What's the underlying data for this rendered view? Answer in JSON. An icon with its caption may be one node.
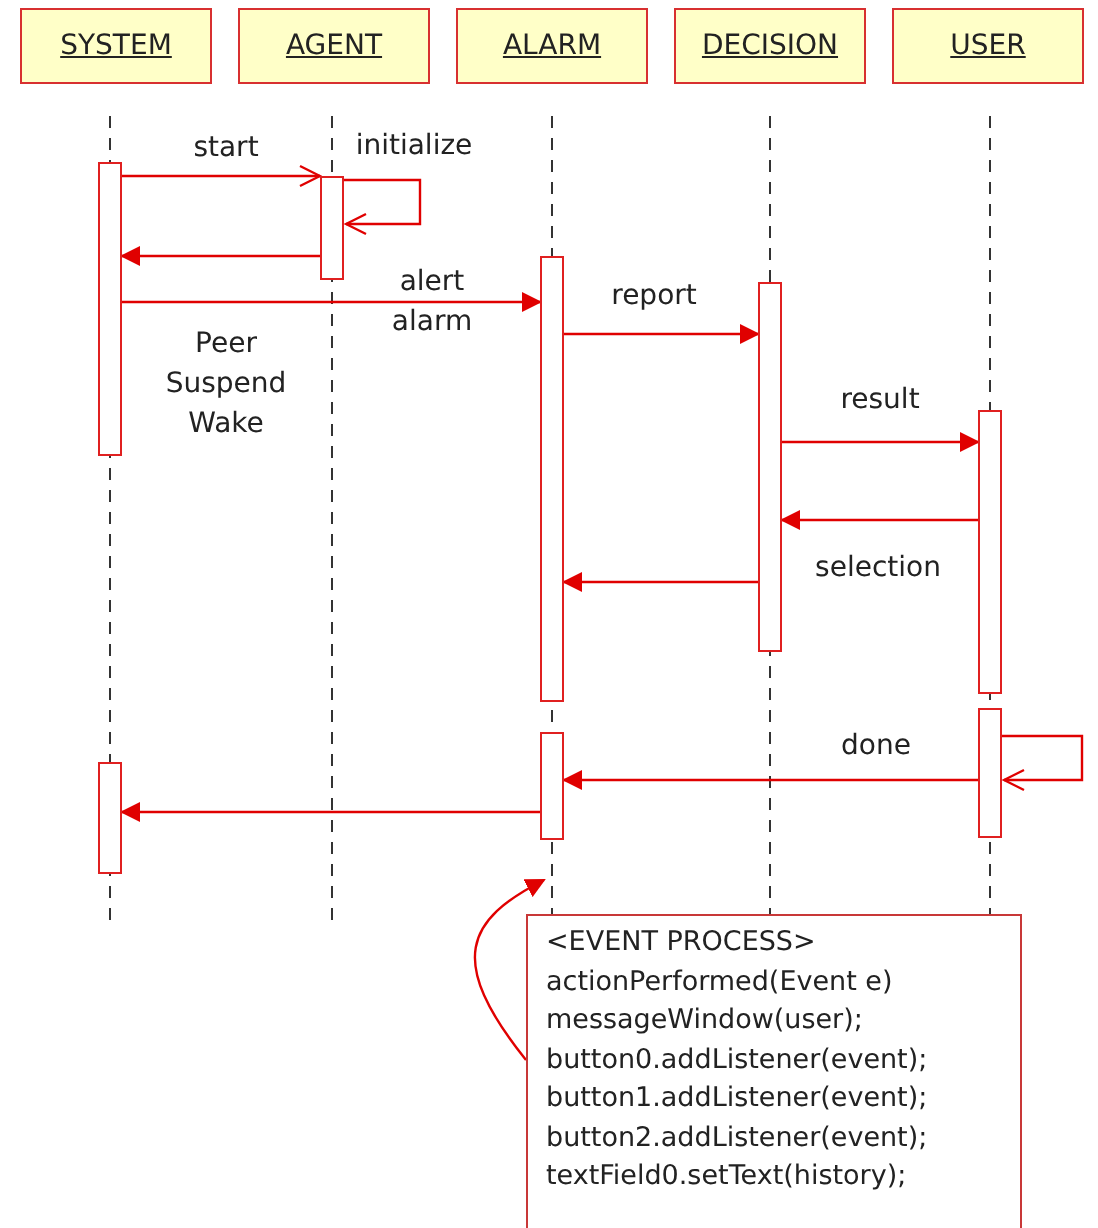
{
  "diagram": {
    "nodes": [
      {
        "text": [
          "SYSTEM"
        ]
      },
      {
        "text": [
          "AGENT"
        ]
      },
      {
        "text": [
          "ALARM"
        ]
      },
      {
        "text": [
          "DECISION"
        ]
      },
      {
        "text": [
          "USER"
        ]
      },
      {
        "text": [],
        "shape": "bar"
      },
      {
        "text": [],
        "shape": "bar"
      },
      {
        "text": [],
        "shape": "bar"
      },
      {
        "text": [],
        "shape": "bar"
      },
      {
        "text": [],
        "shape": "bar"
      },
      {
        "text": [],
        "shape": "bar"
      },
      {
        "text": [],
        "shape": "bar"
      },
      {
        "text": [],
        "shape": "bar"
      },
      {
        "text": [
          "<EVENT PROCESS>",
          "actionPerformed(Event e)",
          "messageWindow(user);",
          "button0.addListener(event);",
          "button1.addListener(event);",
          "button2.addListener(event);",
          "textField0.setText(history);"
        ]
      }
    ],
    "edges": [
      {
        "from": 5,
        "to": 6,
        "arrow": "to",
        "label": "start"
      },
      {
        "from": 6,
        "to": 6,
        "arrow": "to",
        "label": "initialize"
      },
      {
        "from": 6,
        "to": 5,
        "arrow": "to"
      },
      {
        "from": 5,
        "to": 7,
        "arrow": "to",
        "label": "alert alarm"
      },
      {
        "from": 7,
        "to": 8,
        "arrow": "to",
        "label": "report"
      },
      {
        "from": 8,
        "to": 9,
        "arrow": "to",
        "label": "result"
      },
      {
        "from": 9,
        "to": 8,
        "arrow": "to",
        "label": "selection"
      },
      {
        "from": 8,
        "to": 7,
        "arrow": "to"
      },
      {
        "from": 10,
        "to": 10,
        "arrow": "to"
      },
      {
        "from": 10,
        "to": 11,
        "arrow": "to",
        "label": "done"
      },
      {
        "from": 11,
        "to": 12,
        "arrow": "to"
      },
      {
        "from": 13,
        "to": null,
        "arrow": "to"
      }
    ],
    "labels": [
      "Peer Suspend Wake"
    ]
  }
}
